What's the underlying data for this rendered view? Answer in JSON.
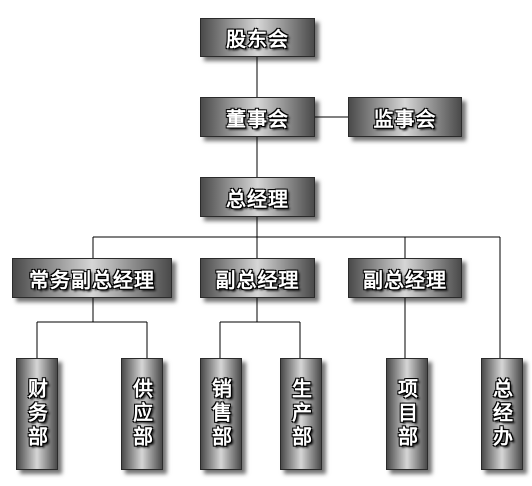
{
  "org_chart": {
    "shareholders_meeting": "股东会",
    "board_of_directors": "董事会",
    "supervisory_board": "监事会",
    "general_manager": "总经理",
    "executive_deputy_gm": "常务副总经理",
    "deputy_gm_middle": "副总经理",
    "deputy_gm_right": "副总经理",
    "finance_dept": "财务部",
    "supply_dept": "供应部",
    "sales_dept": "销售部",
    "production_dept": "生产部",
    "project_dept": "项目部",
    "gm_office": "总经办"
  },
  "colors": {
    "line": "#000000",
    "box_border": "#2b2b2b",
    "box_light": "#d6d6d6",
    "box_dark": "#4a4a4a",
    "text": "#ffffff"
  }
}
